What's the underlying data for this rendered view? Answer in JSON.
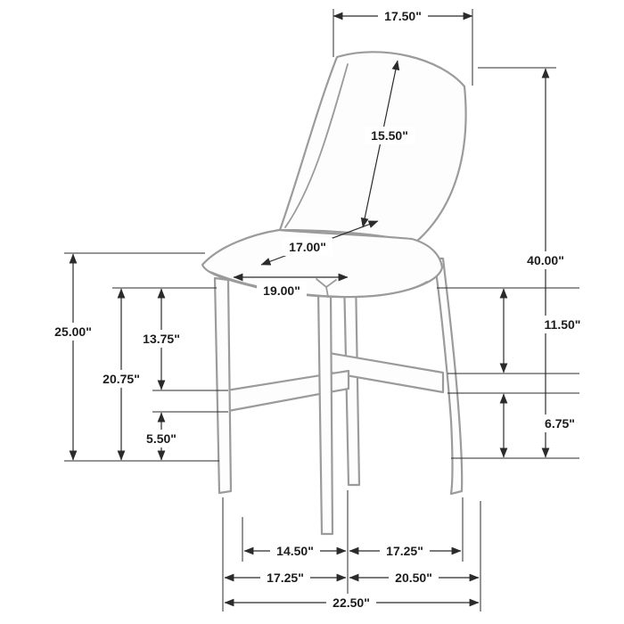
{
  "colors": {
    "dimension_line": "#2b2b2b",
    "label_text": "#1c1c1c",
    "chair_outline": "#9b9b9b",
    "background": "#ffffff"
  },
  "measurements": {
    "back_top_width": "17.50\"",
    "backrest_height": "15.50\"",
    "seat_depth": "17.00\"",
    "seat_width": "19.00\"",
    "overall_height": "40.00\"",
    "left_outer": "25.00\"",
    "left_middle": "20.75\"",
    "left_inner_upper": "13.75\"",
    "left_inner_lower": "5.50\"",
    "right_upper": "11.50\"",
    "right_lower": "6.75\"",
    "bottom_row1_left": "14.50\"",
    "bottom_row1_right": "17.25\"",
    "bottom_row2_left": "17.25\"",
    "bottom_row2_right": "20.50\"",
    "bottom_row3": "22.50\""
  }
}
